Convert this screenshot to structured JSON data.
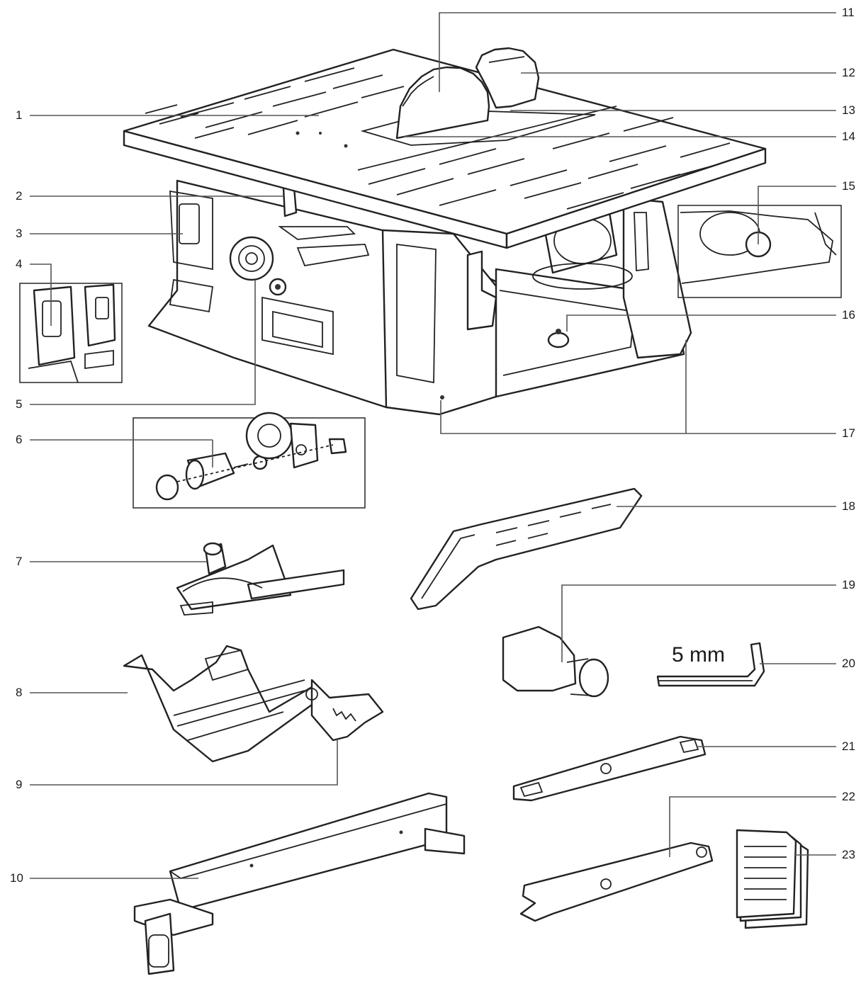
{
  "labels": {
    "n1": "1",
    "n2": "2",
    "n3": "3",
    "n4": "4",
    "n5": "5",
    "n6": "6",
    "n7": "7",
    "n8": "8",
    "n9": "9",
    "n10": "10",
    "n11": "11",
    "n12": "12",
    "n13": "13",
    "n14": "14",
    "n15": "15",
    "n16": "16",
    "n17": "17",
    "n18": "18",
    "n19": "19",
    "n20": "20",
    "n21": "21",
    "n22": "22",
    "n23": "23"
  },
  "hex_key_size": "5 mm"
}
